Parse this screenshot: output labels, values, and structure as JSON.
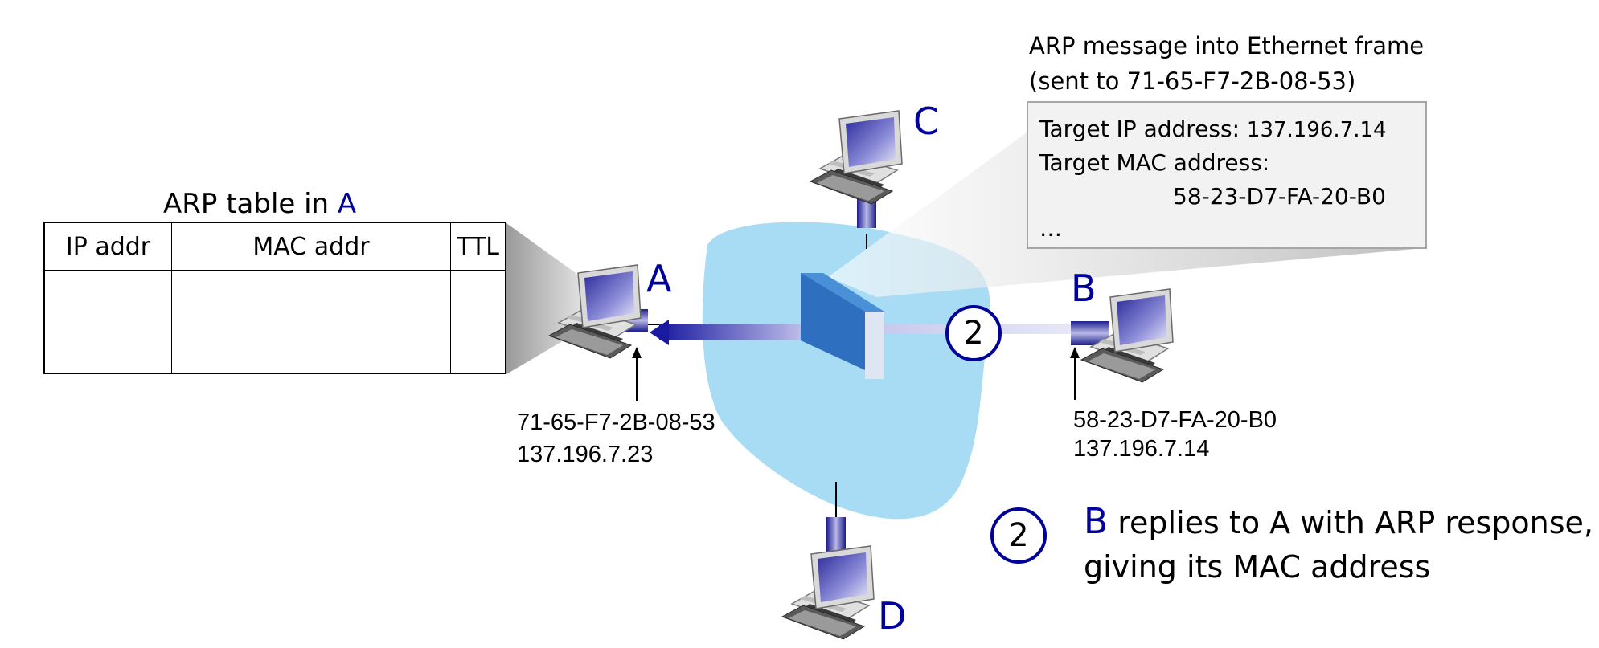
{
  "table": {
    "title_prefix": "ARP table in ",
    "title_node": "A",
    "headers": [
      "IP addr",
      "MAC addr",
      "TTL"
    ]
  },
  "message": {
    "caption_line1": "ARP message into Ethernet frame",
    "caption_line2": "(sent to 71-65-F7-2B-08-53)",
    "target_ip_label": "Target IP address: ",
    "target_ip_value": "137.196.7.14",
    "target_mac_label": "Target MAC address:",
    "target_mac_value": "58-23-D7-FA-20-B0",
    "ellipsis": "…"
  },
  "nodes": {
    "a": {
      "label": "A",
      "mac": "71-65-F7-2B-08-53",
      "ip": "137.196.7.23"
    },
    "b": {
      "label": "B",
      "mac": "58-23-D7-FA-20-B0",
      "ip": "137.196.7.14"
    },
    "c": {
      "label": "C"
    },
    "d": {
      "label": "D"
    }
  },
  "step": {
    "number": "2",
    "subject": "B",
    "line1_rest": " replies to A with ARP response,",
    "line2": "giving its MAC address"
  },
  "colors": {
    "node_label": "#00009a",
    "cloud": "#a8dcf4",
    "switch": "#2f6fbf",
    "arrow": "#1a1aa0",
    "box_fill": "#f2f2f2"
  },
  "icons": [
    "computer-icon",
    "switch-icon",
    "network-cloud",
    "arrow-icon"
  ]
}
